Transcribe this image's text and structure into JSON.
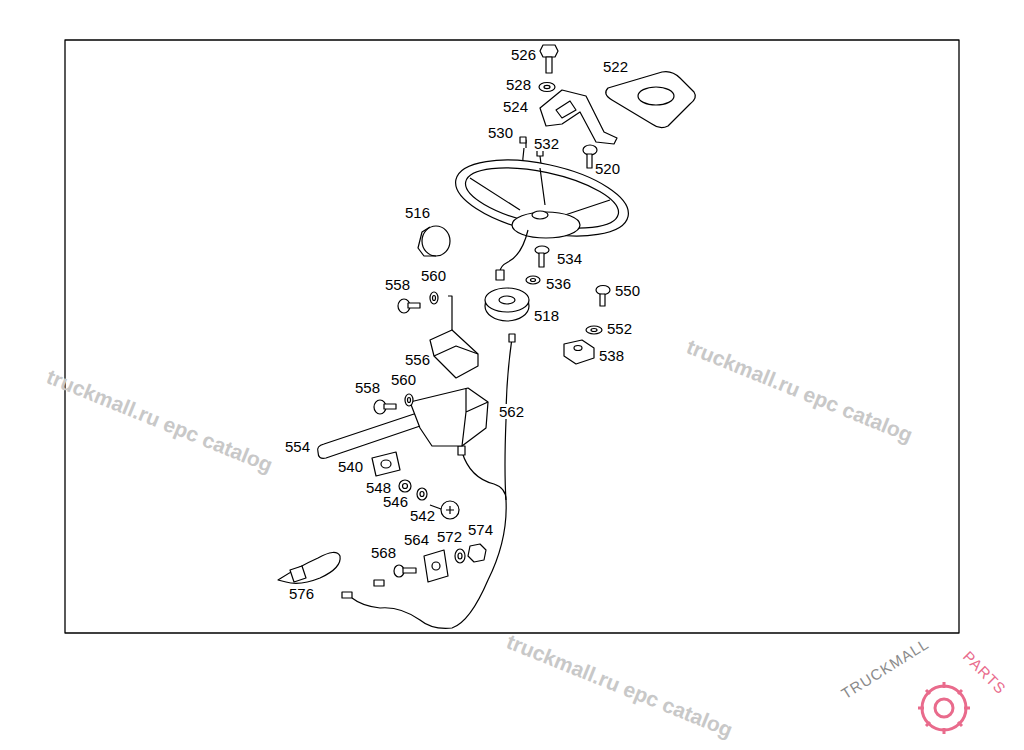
{
  "diagram": {
    "labels": [
      "526",
      "522",
      "528",
      "524",
      "530",
      "532",
      "520",
      "516",
      "534",
      "536",
      "550",
      "558",
      "560",
      "518",
      "552",
      "556",
      "538",
      "558",
      "560",
      "562",
      "554",
      "540",
      "548",
      "546",
      "542",
      "574",
      "564",
      "572",
      "568",
      "576",
      "truckmall.ru epc catalog",
      "truckmall.ru epc catalog",
      "truckmall.ru epc catalog",
      "TRUCKMALL",
      "PARTS"
    ]
  }
}
